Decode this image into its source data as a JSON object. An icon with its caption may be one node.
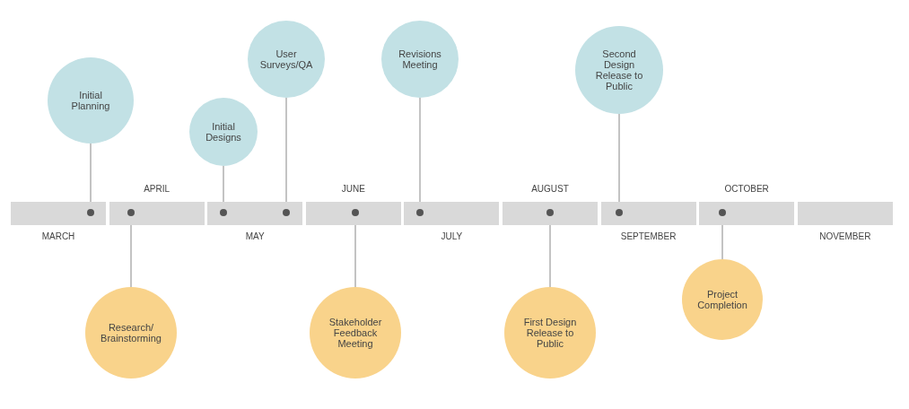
{
  "diagram": {
    "nodes": [
      {
        "text": [
          "MARCH"
        ]
      },
      {
        "text": [
          "APRIL"
        ]
      },
      {
        "text": [
          "MAY"
        ]
      },
      {
        "text": [
          "JUNE"
        ]
      },
      {
        "text": [
          "JULY"
        ]
      },
      {
        "text": [
          "AUGUST"
        ]
      },
      {
        "text": [
          "SEPTEMBER"
        ]
      },
      {
        "text": [
          "OCTOBER"
        ]
      },
      {
        "text": [
          "NOVEMBER"
        ]
      },
      {
        "text": [],
        "shape": "circle",
        "in": 0
      },
      {
        "text": [],
        "shape": "circle",
        "in": 1
      },
      {
        "text": [],
        "shape": "circle",
        "in": 2
      },
      {
        "text": [],
        "shape": "circle",
        "in": 2
      },
      {
        "text": [],
        "shape": "circle",
        "in": 3
      },
      {
        "text": [],
        "shape": "circle",
        "in": 4
      },
      {
        "text": [],
        "shape": "circle",
        "in": 5
      },
      {
        "text": [],
        "shape": "circle",
        "in": 6
      },
      {
        "text": [],
        "shape": "circle",
        "in": 7
      },
      {
        "text": [
          "Initial Planning"
        ]
      },
      {
        "text": [
          "Research/ Brainstorming"
        ]
      },
      {
        "text": [
          "Initial Designs"
        ]
      },
      {
        "text": [
          "User Surveys/QA"
        ]
      },
      {
        "text": [
          "Stakeholder Feedback Meeting"
        ]
      },
      {
        "text": [
          "Revisions Meeting"
        ]
      },
      {
        "text": [
          "First Design Release to Public"
        ]
      },
      {
        "text": [
          "Second Design Release to Public"
        ]
      },
      {
        "text": [
          "Project Completion"
        ]
      }
    ],
    "edges": [
      {
        "from": 18,
        "to": 9,
        "arrow": "none"
      },
      {
        "from": 19,
        "to": 10,
        "arrow": "none"
      },
      {
        "from": 20,
        "to": 11,
        "arrow": "none"
      },
      {
        "from": 21,
        "to": 12,
        "arrow": "none"
      },
      {
        "from": 22,
        "to": 13,
        "arrow": "none"
      },
      {
        "from": 23,
        "to": 14,
        "arrow": "none"
      },
      {
        "from": 24,
        "to": 15,
        "arrow": "none"
      },
      {
        "from": 25,
        "to": 16,
        "arrow": "none"
      },
      {
        "from": 26,
        "to": 17,
        "arrow": "none"
      }
    ]
  }
}
